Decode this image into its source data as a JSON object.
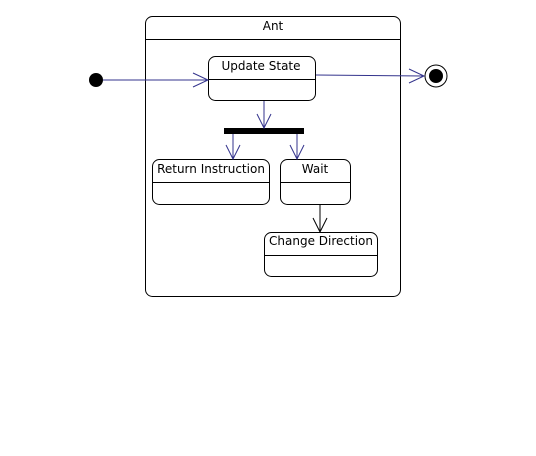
{
  "diagram": {
    "composite_state": {
      "name": "Ant"
    },
    "states": {
      "update_state": {
        "label": "Update State"
      },
      "return_instruction": {
        "label": "Return Instruction"
      },
      "wait": {
        "label": "Wait"
      },
      "change_direction": {
        "label": "Change Direction"
      }
    },
    "transitions": [
      {
        "from": "initial",
        "to": "update_state"
      },
      {
        "from": "update_state",
        "to": "final"
      },
      {
        "from": "update_state",
        "to": "fork"
      },
      {
        "from": "fork",
        "to": "return_instruction"
      },
      {
        "from": "fork",
        "to": "wait"
      },
      {
        "from": "wait",
        "to": "change_direction"
      }
    ],
    "colors": {
      "transition": "#33338c",
      "outline": "#000000",
      "background": "#ffffff"
    }
  }
}
